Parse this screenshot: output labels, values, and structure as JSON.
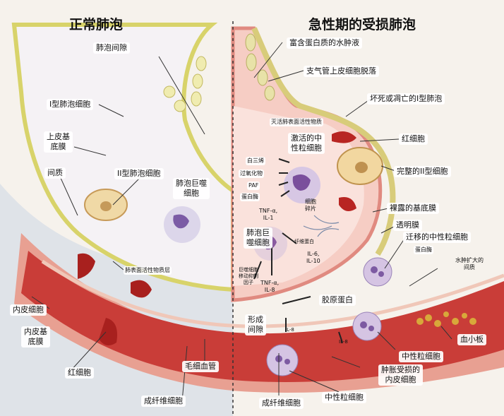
{
  "titles": {
    "left": "正常肺泡",
    "right": "急性期的受损肺泡"
  },
  "labels": {
    "interstitium_alveolar": "肺泡间隙",
    "type1_cell": "I型肺泡细胞",
    "epithelial_bm": "上皮基\n底膜",
    "interstitium": "间质",
    "type2_cell": "II型肺泡细胞",
    "macrophage_left": "肺泡巨噬\n细胞",
    "surfactant_layer": "肺表面活性物质层",
    "endothelial_cell": "内皮细胞",
    "endothelial_bm": "内皮基\n底膜",
    "rbc_left": "红细胞",
    "capillary": "毛细血管",
    "fibroblast_left": "成纤维细胞",
    "protein_edema": "富含蛋白质的水肿液",
    "bronchial_shed": "支气管上皮细胞脱落",
    "necrotic_type1": "坏死或凋亡的I型肺泡",
    "inactive_surfactant": "灭活肺表面活性物质",
    "activated_neutrophil": "激活的中\n性粒细胞",
    "leukotriene": "白三烯",
    "oxidants": "过氧化物",
    "paf": "PAF",
    "protease": "蛋白酶",
    "rbc_right": "红细胞",
    "intact_type2": "完整的II型细胞",
    "tnf_il1": "TNF-α,\nIL-1",
    "cell_debris": "细胞\n碎片",
    "bare_bm": "裸露的基底膜",
    "hyaline_membrane": "透明膜",
    "fibrin": "纤维蛋白",
    "macrophage_right": "肺泡巨\n噬细胞",
    "migrating_neutrophil": "迁移的中性粒细胞",
    "protease2": "蛋白酶",
    "il6_il10": "IL-6,\nIL-10",
    "mif": "巨噬细胞\n移动抑制\n因子",
    "tnf_il8": "TNF-α,\nIL-8",
    "edema_interstitium": "水肿扩大的\n间质",
    "collagen": "胶原蛋白",
    "formed_interstitium": "形成\n间隙",
    "il8_a": "IL-8",
    "il8_b": "IL-8",
    "platelet": "血小板",
    "neutrophil_1": "中性粒细胞",
    "swollen_endothelial": "肿胀受损的\n内皮细胞",
    "fibroblast_right": "成纤维细胞",
    "neutrophil_2": "中性粒细胞"
  },
  "colors": {
    "vessel": "#c83a36",
    "vessel_light": "#f2b8a8",
    "membrane": "#e6e08a",
    "alveolus": "#f4f1f4",
    "damaged": "#f5c6bc",
    "cell_purple": "#9b78b8"
  }
}
